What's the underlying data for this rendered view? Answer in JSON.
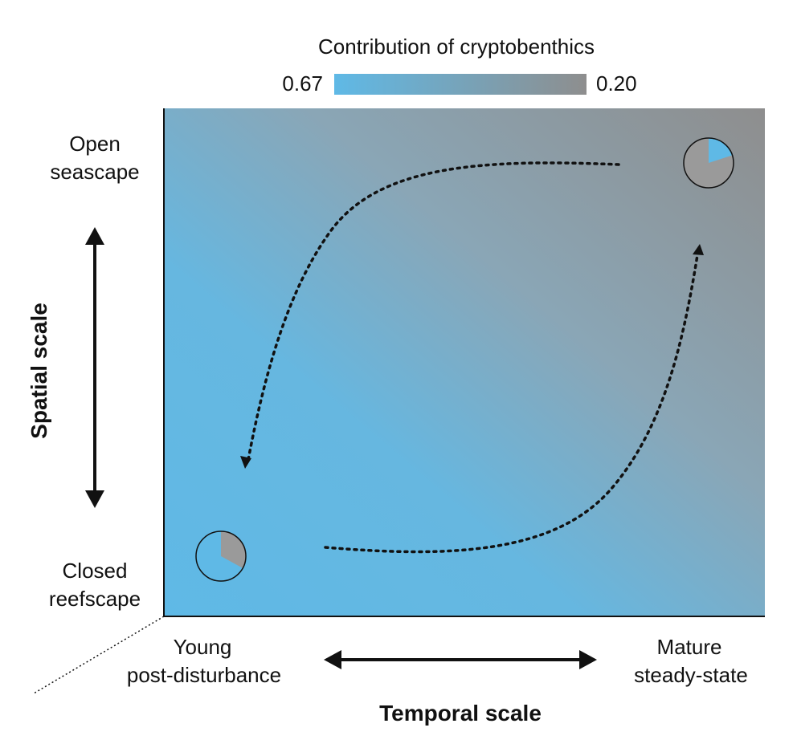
{
  "legend": {
    "title": "Contribution of cryptobenthics",
    "min_label": "0.67",
    "max_label": "0.20",
    "color_high": "#5fb9e6",
    "color_low": "#8e8e8e"
  },
  "y_axis": {
    "title": "Spatial scale",
    "top_label_line1": "Open",
    "top_label_line2": "seascape",
    "bottom_label_line1": "Closed",
    "bottom_label_line2": "reefscape"
  },
  "x_axis": {
    "title": "Temporal scale",
    "left_label_line1": "Young",
    "left_label_line2": "post-disturbance",
    "right_label_line1": "Mature",
    "right_label_line2": "steady-state"
  },
  "pies": {
    "young_closed": {
      "cryptobenthic_fraction": 0.67
    },
    "mature_open": {
      "cryptobenthic_fraction": 0.2
    }
  },
  "colors": {
    "blue": "#5fb9e6",
    "gray": "#8e8e8e",
    "pie_gray": "#9a9a9a",
    "ink": "#111111"
  }
}
